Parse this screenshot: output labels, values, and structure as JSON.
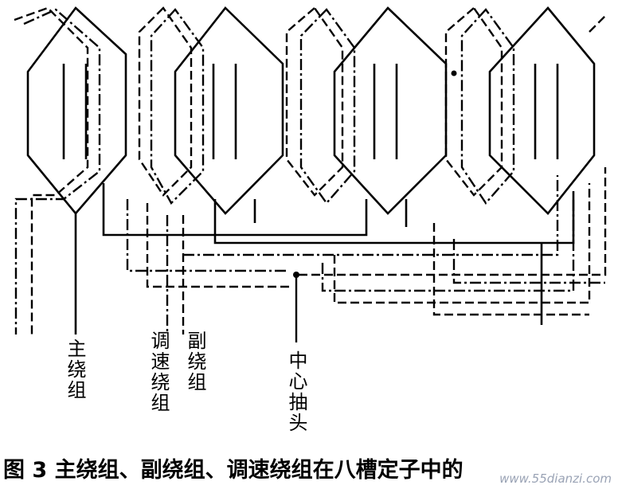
{
  "labels": {
    "main": "主绕组",
    "speed": "调速绕组",
    "aux": "副绕组",
    "center": "中心抽头"
  },
  "caption": "图 3  主绕组、副绕组、调速绕组在八槽定子中的",
  "watermark": "www.55dianzi.com",
  "colors": {
    "line": "#000000",
    "background": "#ffffff"
  }
}
